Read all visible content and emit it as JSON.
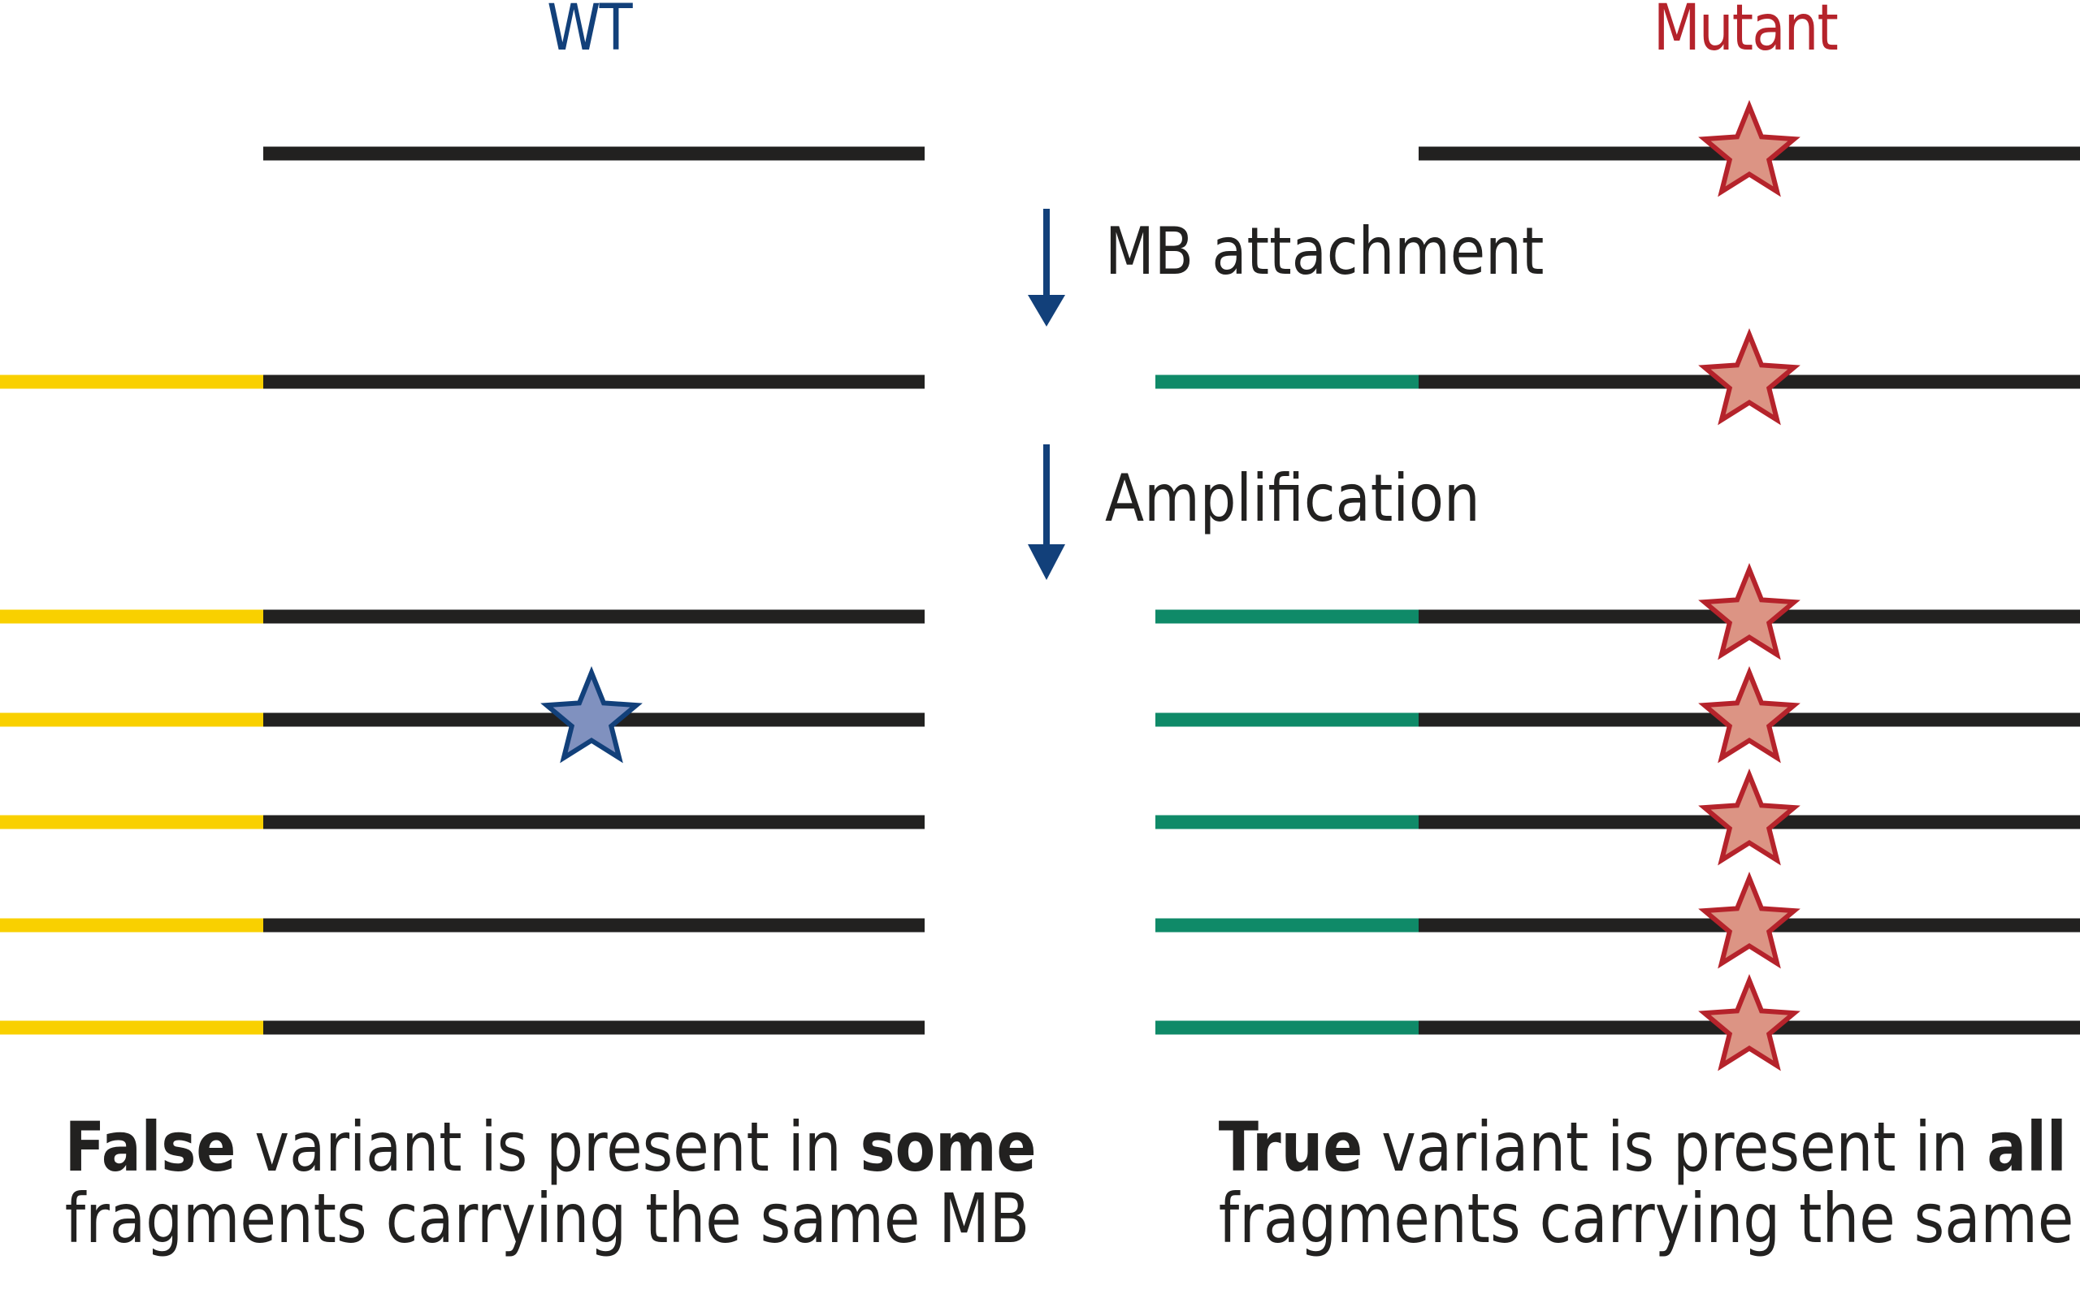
{
  "columns": {
    "wt": {
      "title": "WT",
      "title_color": "#12407a"
    },
    "mutant": {
      "title": "Mutant",
      "title_color": "#b5232b"
    }
  },
  "steps": [
    {
      "label": "MB attachment",
      "icon": "arrow-down-icon"
    },
    {
      "label": "Amplification",
      "icon": "arrow-down-icon"
    }
  ],
  "colors": {
    "dna": "#222120",
    "wt_barcode": "#f9d000",
    "mutant_barcode": "#0f8a68",
    "arrow": "#12407a",
    "wt_star_fill": "#8091bf",
    "wt_star_stroke": "#12407a",
    "mutant_star_fill": "#dc9484",
    "mutant_star_stroke": "#b5232b"
  },
  "fragments": {
    "wt": {
      "original": {
        "barcode": false,
        "variant": false
      },
      "attached": {
        "barcode": true,
        "variant": false
      },
      "amplified": [
        {
          "variant": false
        },
        {
          "variant": true
        },
        {
          "variant": false
        },
        {
          "variant": false
        },
        {
          "variant": false
        }
      ]
    },
    "mutant": {
      "original": {
        "barcode": false,
        "variant": true
      },
      "attached": {
        "barcode": true,
        "variant": true
      },
      "amplified": [
        {
          "variant": true
        },
        {
          "variant": true
        },
        {
          "variant": true
        },
        {
          "variant": true
        },
        {
          "variant": true
        }
      ]
    }
  },
  "captions": {
    "left": {
      "line1_bold_start": "False",
      "line1_mid": " variant is present in ",
      "line1_bold_end": "some",
      "line2": "fragments carrying the same MB"
    },
    "right": {
      "line1_bold_start": "True",
      "line1_mid": " variant is present in ",
      "line1_bold_end": "all",
      "line2": "fragments carrying the same MB"
    }
  }
}
